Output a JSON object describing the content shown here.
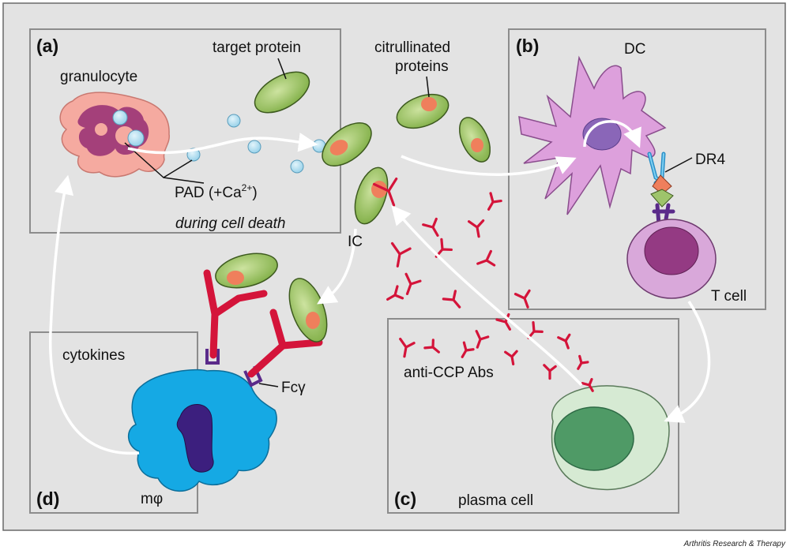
{
  "panels": {
    "a": "(a)",
    "b": "(b)",
    "c": "(c)",
    "d": "(d)"
  },
  "labels": {
    "granulocyte": "granulocyte",
    "target_protein": "target protein",
    "citrullinated_line1": "citrullinated",
    "citrullinated_line2": "proteins",
    "pad_prefix": "PAD (+Ca",
    "pad_sup": "2+",
    "pad_suffix": ")",
    "during_cell_death": "during cell death",
    "dc": "DC",
    "dr4": "DR4",
    "t_cell": "T cell",
    "ic": "IC",
    "anti_ccp": "anti-CCP Abs",
    "plasma_cell": "plasma cell",
    "cytokines": "cytokines",
    "fcg": "Fcγ",
    "macrophage": "mφ"
  },
  "credit": "Arthritis Research & Therapy",
  "colors": {
    "background": "#e3e3e3",
    "panel_border": "#8c8c8c",
    "granulocyte": "#f5aaa0",
    "granulocyte_nucleus": "#a4407a",
    "pad_bead": "#a9d9ee",
    "protein": "#8cba52",
    "citrulline": "#ef7f5c",
    "dendritic_cell": "#dda0dc",
    "dc_nucleus": "#8a66b8",
    "t_cell": "#d9a8da",
    "t_cell_nucleus": "#943a83",
    "plasma_cell": "#d6ead3",
    "plasma_nucleus": "#4f9a66",
    "macrophage": "#15a9e4",
    "macrophage_nucleus": "#3c1f7e",
    "antibody": "#d4143a",
    "receptor": "#5a2a8a",
    "arrow": "#ffffff"
  }
}
